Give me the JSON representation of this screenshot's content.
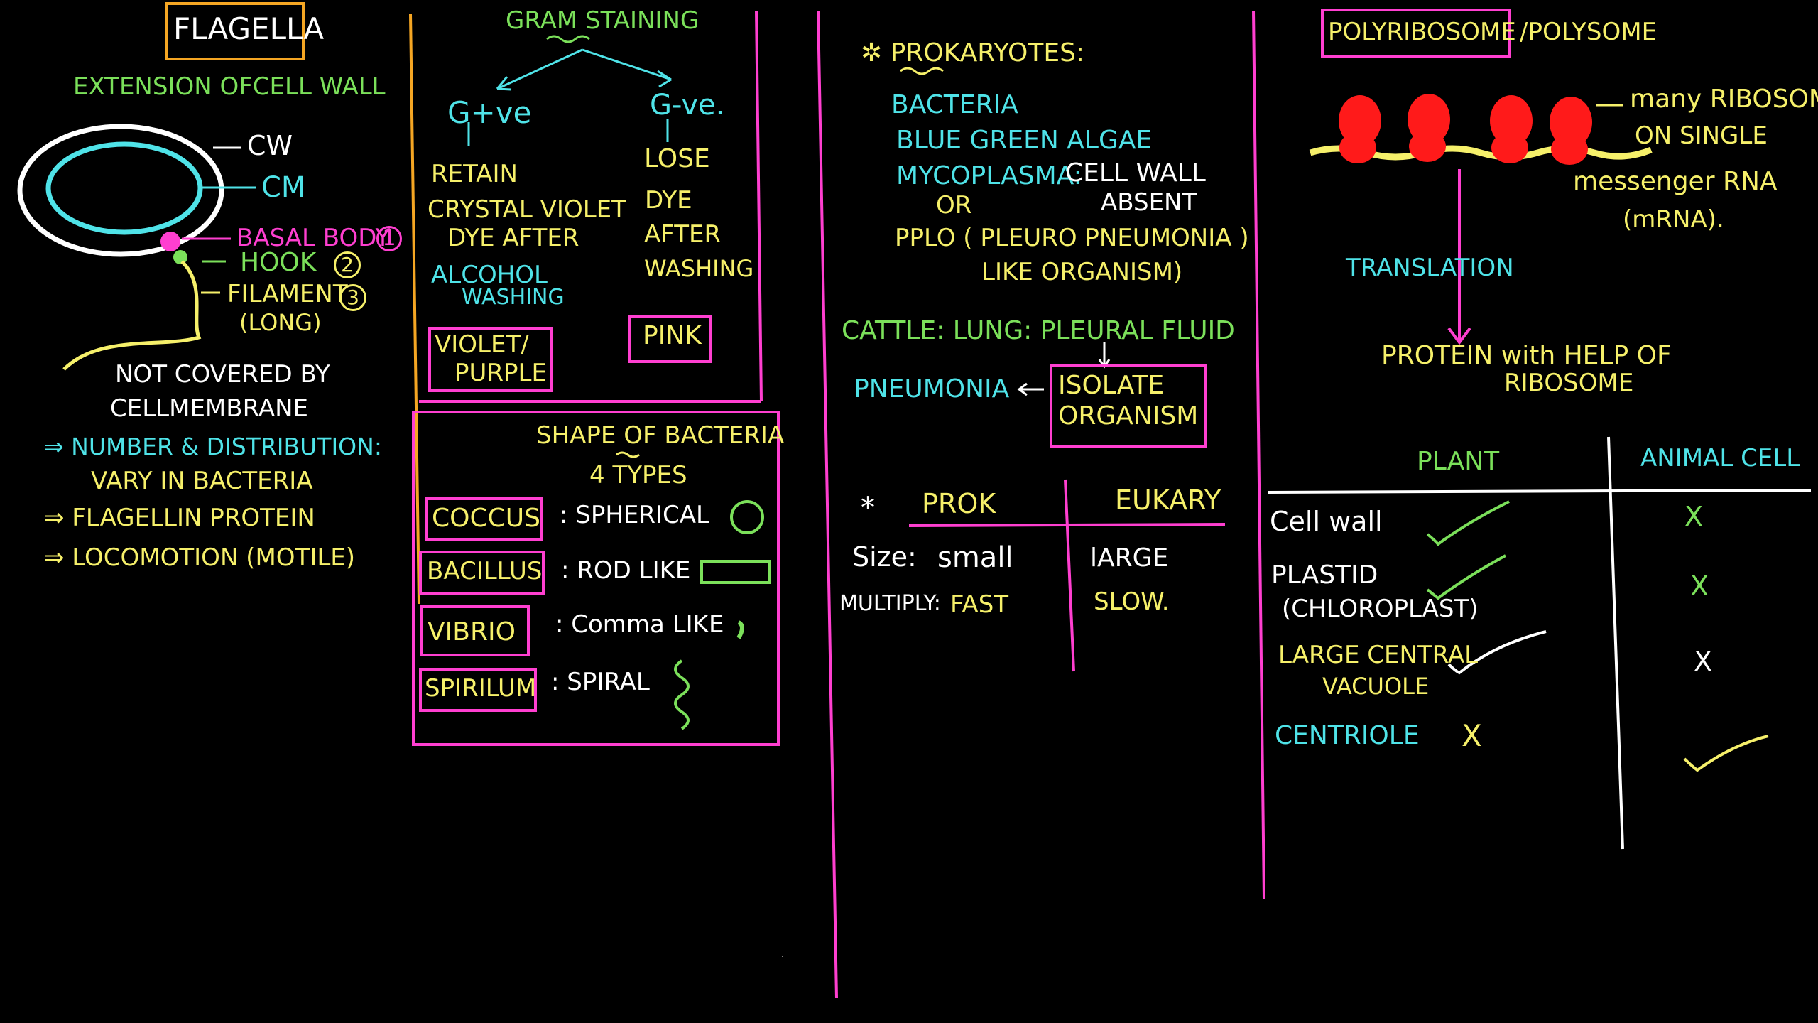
{
  "flagella": {
    "title": "FLAGELLA",
    "subtitle": "EXTENSION OFCELL WALL",
    "label_cw": "CW",
    "label_cm": "CM",
    "label_basal": "BASAL BODY",
    "num_basal": "1",
    "label_hook": "HOOK",
    "num_hook": "2",
    "label_filament": "FILAMENT",
    "num_filament": "3",
    "label_long": "(LONG)",
    "not_covered_1": "NOT COVERED BY",
    "not_covered_2": "CELLMEMBRANE",
    "point1_a": "NUMBER & DISTRIBUTION:",
    "point1_b": "VARY IN BACTERIA",
    "point2": "FLAGELLIN PROTEIN",
    "point3": "LOCOMOTION (MOTILE)"
  },
  "gram": {
    "title": "GRAM STAINING",
    "pos": "G+ve",
    "neg": "G-ve.",
    "pos_desc": [
      "RETAIN",
      "CRYSTAL VIOLET",
      "DYE AFTER",
      "ALCOHOL",
      "WASHING"
    ],
    "neg_desc": [
      "LOSE",
      "DYE",
      "AFTER",
      "WASHING"
    ],
    "pos_result_1": "VIOLET/",
    "pos_result_2": "PURPLE",
    "neg_result": "PINK"
  },
  "shapes": {
    "title": "SHAPE OF BACTERIA",
    "subtitle": "4 TYPES",
    "rows": [
      {
        "name": "COCCUS",
        "desc": ": SPHERICAL"
      },
      {
        "name": "BACILLUS",
        "desc": ": ROD LIKE"
      },
      {
        "name": "VIBRIO",
        "desc": ": Comma LIKE"
      },
      {
        "name": "SPIRILUM",
        "desc": ": SPIRAL"
      }
    ]
  },
  "prokaryotes": {
    "title": "PROKARYOTES:",
    "items": [
      "BACTERIA",
      "BLUE GREEN ALGAE",
      "MYCOPLASMA:",
      "OR",
      "PPLO ( PLEURO PNEUMONIA )",
      "LIKE ORGANISM)"
    ],
    "cell_wall": "CELL WALL",
    "absent": "ABSENT",
    "cattle": "CATTLE: LUNG: PLEURAL FLUID",
    "pneumonia": "PNEUMONIA",
    "isolate_1": "ISOLATE",
    "isolate_2": "ORGANISM"
  },
  "compare": {
    "star": "*",
    "col1": "PROK",
    "col2": "EUKARY",
    "row1_label": "Size:",
    "row1_a": "small",
    "row1_b": "lARGE",
    "row2_label": "MULTIPLY:",
    "row2_a": "FAST",
    "row2_b": "SLOW."
  },
  "polysome": {
    "title": "POLYRIBOSOME",
    "alt": "/POLYSOME",
    "many_1": "many RIBOSOME",
    "many_2": "ON SINGLE",
    "mrna_1": "messenger RNA",
    "mrna_2": "(mRNA).",
    "translation": "TRANSLATION",
    "protein_1": "PROTEIN with HELP OF",
    "protein_2": "RIBOSOME"
  },
  "plant_animal": {
    "col_plant": "PLANT",
    "col_animal": "ANIMAL CELL",
    "rows": [
      {
        "label": "Cell wall",
        "plant": "check",
        "animal": "X"
      },
      {
        "label": "PLASTID",
        "label2": "(CHLOROPLAST)",
        "plant": "check",
        "animal": "X"
      },
      {
        "label": "LARGE CENTRAL",
        "label2": "VACUOLE",
        "plant": "check",
        "animal": "X"
      },
      {
        "label": "CENTRIOLE",
        "plant": "X",
        "animal": "check"
      }
    ]
  },
  "colors": {
    "yellow": "#f6f06a",
    "green": "#7be05a",
    "cyan": "#4fe3e8",
    "magenta": "#ff3fd0",
    "orange": "#f5a623",
    "red": "#ff1a1a"
  }
}
